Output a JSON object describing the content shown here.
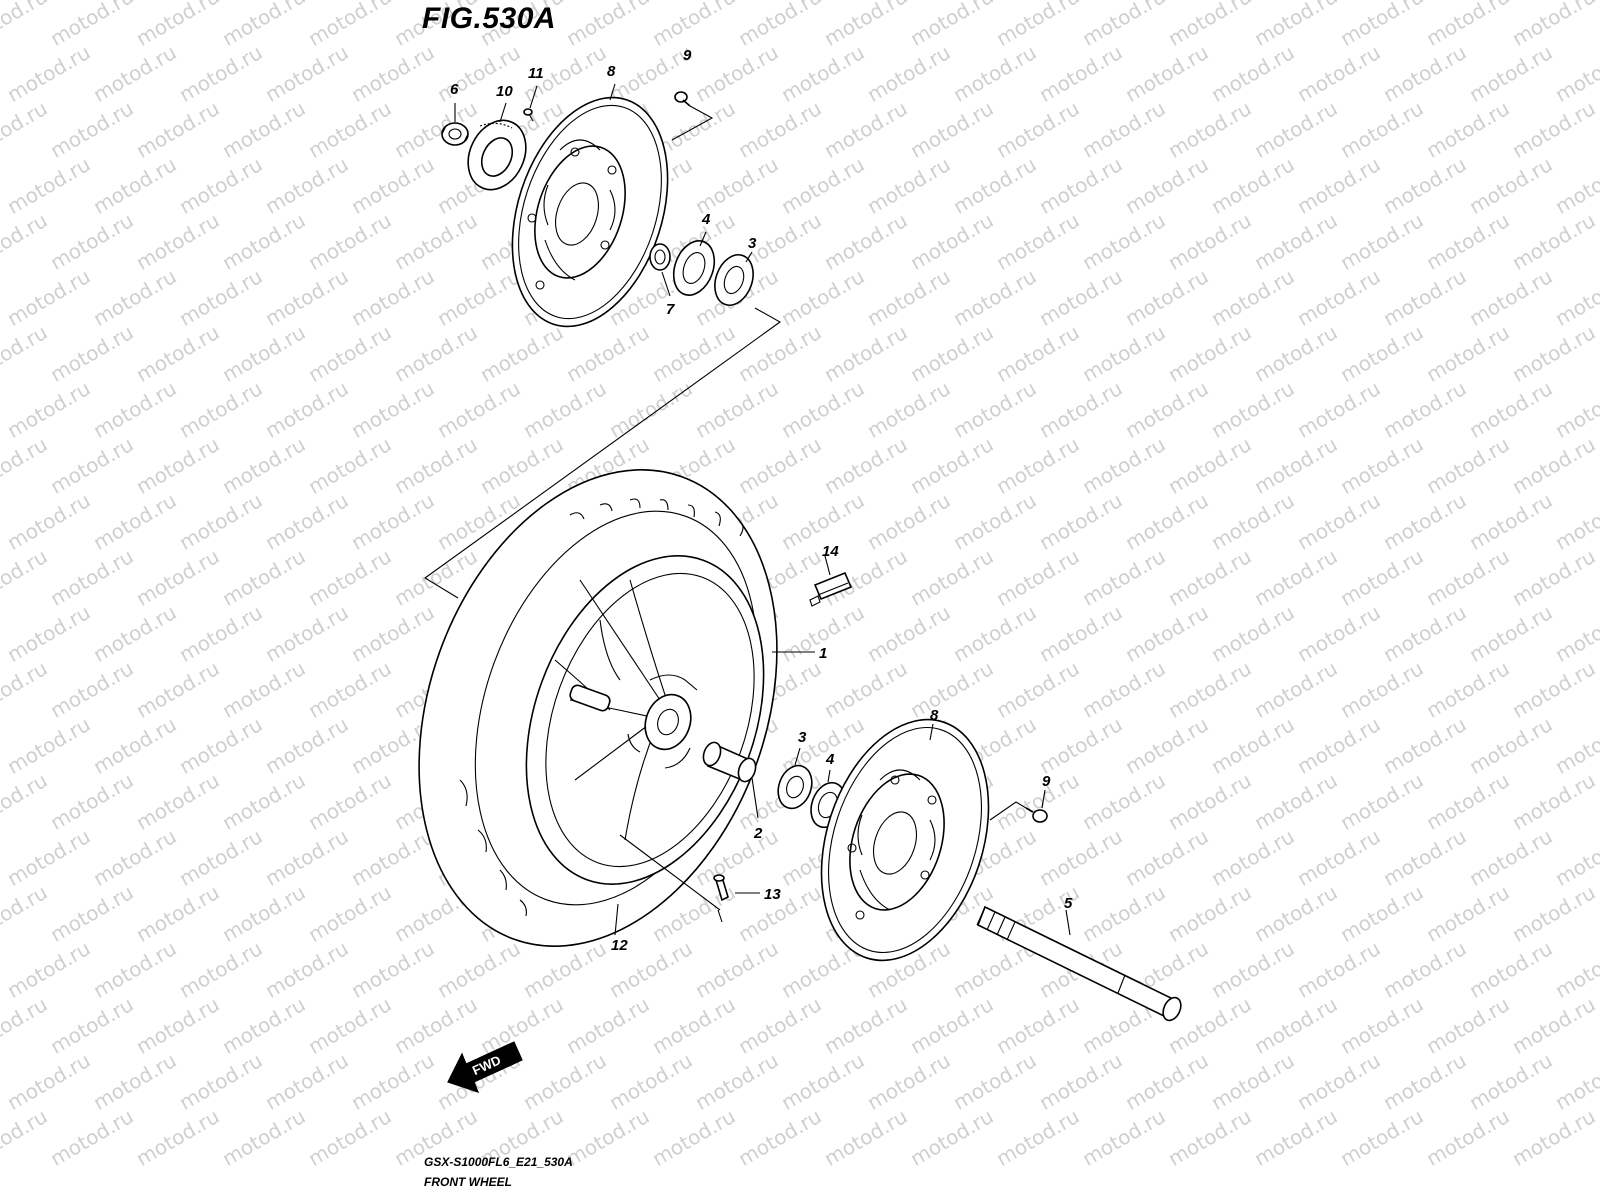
{
  "figure": {
    "title": "FIG.530A",
    "model_code": "GSX-S1000FL6_E21_530A",
    "caption": "FRONT WHEEL"
  },
  "watermark": {
    "text": "motod.ru"
  },
  "direction_badge": {
    "label": "FWD"
  },
  "callouts": [
    {
      "key": "c6",
      "label": "6"
    },
    {
      "key": "c10",
      "label": "10"
    },
    {
      "key": "c11",
      "label": "11"
    },
    {
      "key": "c8_top",
      "label": "8"
    },
    {
      "key": "c9_top",
      "label": "9"
    },
    {
      "key": "c4_top",
      "label": "4"
    },
    {
      "key": "c3_top",
      "label": "3"
    },
    {
      "key": "c7",
      "label": "7"
    },
    {
      "key": "c14",
      "label": "14"
    },
    {
      "key": "c1",
      "label": "1"
    },
    {
      "key": "c3_bot",
      "label": "3"
    },
    {
      "key": "c4_bot",
      "label": "4"
    },
    {
      "key": "c8_bot",
      "label": "8"
    },
    {
      "key": "c9_bot",
      "label": "9"
    },
    {
      "key": "c2",
      "label": "2"
    },
    {
      "key": "c13",
      "label": "13"
    },
    {
      "key": "c5",
      "label": "5"
    },
    {
      "key": "c12",
      "label": "12"
    }
  ]
}
